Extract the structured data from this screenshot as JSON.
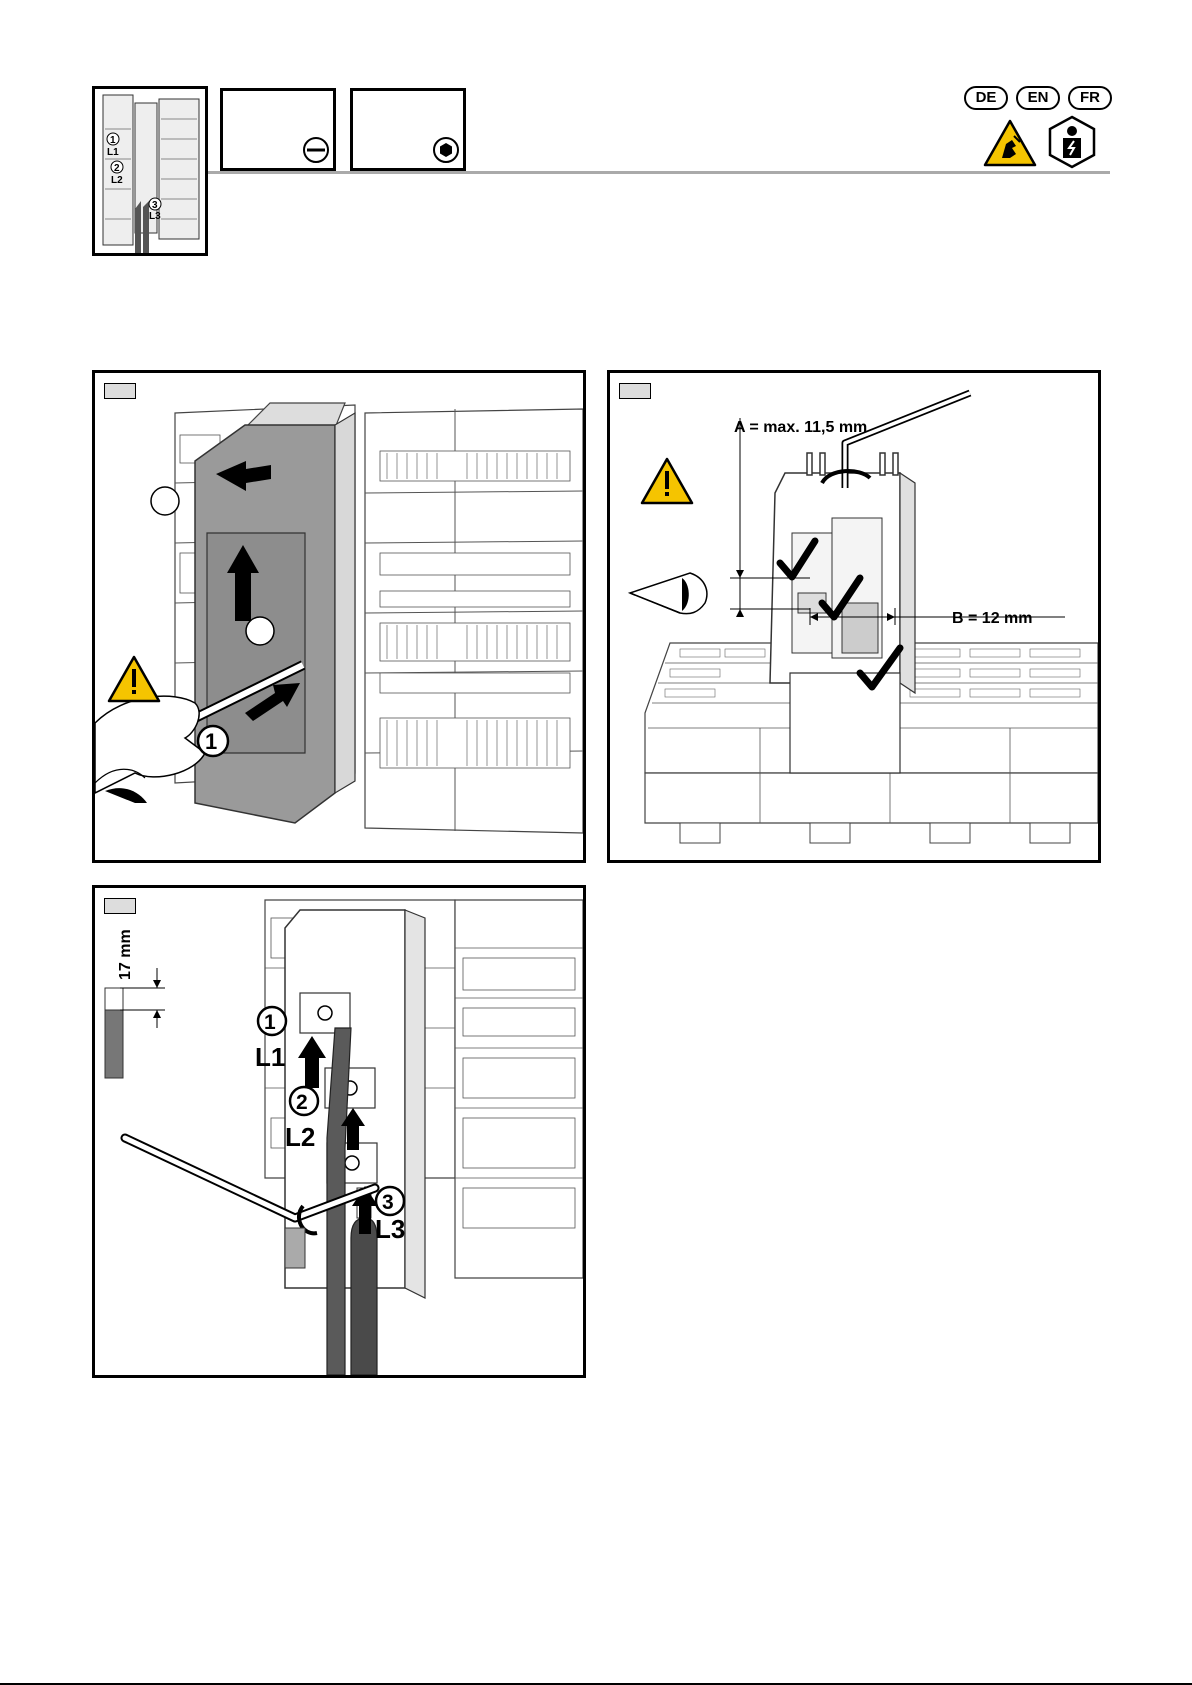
{
  "header": {
    "languages": [
      "DE",
      "EN",
      "FR"
    ],
    "thumbnail_labels": [
      "1",
      "L1",
      "2",
      "L2",
      "3",
      "L3"
    ],
    "tools": [
      {
        "icon": "flat-screwdriver-icon"
      },
      {
        "icon": "hex-key-icon"
      }
    ],
    "warning_icons": [
      "warning-hand-injury-icon",
      "electrician-required-icon"
    ]
  },
  "panel1": {
    "callouts": [
      "1"
    ],
    "warning_icon": "warning-triangle-icon"
  },
  "panel2": {
    "dim_a": "A = max. 11,5 mm",
    "dim_b": "B = 12 mm",
    "warning_icon": "warning-triangle-icon"
  },
  "panel3": {
    "strip_length": "17 mm",
    "callouts": [
      {
        "num": "1",
        "phase": "L1"
      },
      {
        "num": "2",
        "phase": "L2"
      },
      {
        "num": "3",
        "phase": "L3"
      }
    ]
  }
}
